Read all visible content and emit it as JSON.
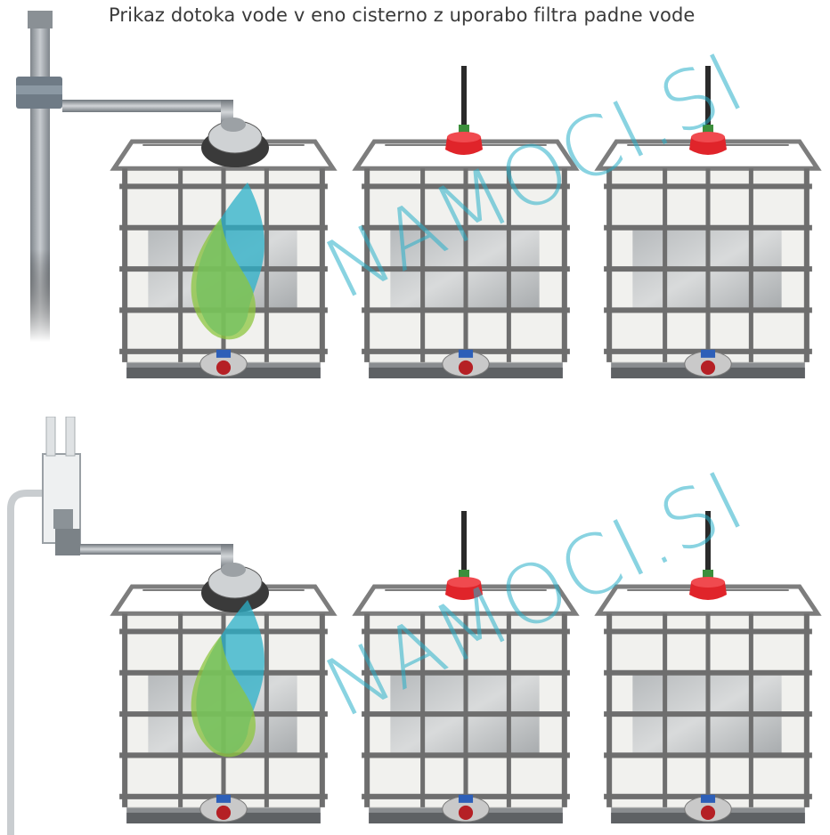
{
  "caption": "Prikaz dotoka vode v eno cisterno z uporabo filtra padne vode",
  "watermark_text": "NAMOCI.SI",
  "colors": {
    "frame": "#7d7d7d",
    "tank": "#f1f1ee",
    "panel": "#b9bcbe",
    "cap_red": "#e0242a",
    "valve_blue": "#2d5fb8",
    "pipe": "#9ea3a8",
    "leaf_green": "#8cc63f",
    "leaf_teal": "#2bb0c8"
  },
  "scenes": [
    {
      "id": "top",
      "inlet": "downpipe-collector",
      "tanks": 3
    },
    {
      "id": "bottom",
      "inlet": "downpipe-filter",
      "tanks": 3
    }
  ]
}
